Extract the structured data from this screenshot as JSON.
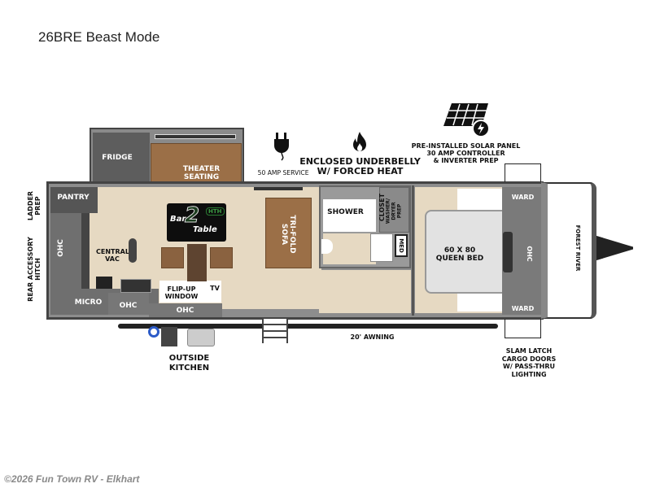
{
  "title": "26BRE Beast Mode",
  "footer": "©2026 Fun Town RV - Elkhart",
  "features": {
    "power": "50 AMP SERVICE",
    "underbelly": [
      "ENCLOSED UNDERBELLY",
      "W/ FORCED HEAT"
    ],
    "solar": [
      "PRE-INSTALLED SOLAR PANEL",
      "30 AMP CONTROLLER",
      "& INVERTER PREP"
    ],
    "cargo": [
      "SLAM LATCH",
      "CARGO DOORS",
      "W/ PASS-THRU",
      "LIGHTING"
    ],
    "awning": "20' AWNING",
    "outside_kitchen": [
      "OUTSIDE",
      "KITCHEN"
    ],
    "ladder": [
      "LADDER",
      "PREP"
    ],
    "hitch": [
      "REAR ACCESSORY",
      "HITCH"
    ]
  },
  "rooms": {
    "fridge": "FRIDGE",
    "theater": [
      "THEATER",
      "SEATING"
    ],
    "pantry": "PANTRY",
    "ohc": "OHC",
    "central_vac": [
      "CENTRAL",
      "VAC"
    ],
    "bar_table": {
      "bar": "Bar",
      "two": "2",
      "table": "Table",
      "brand": "HTH"
    },
    "sofa": [
      "TRI-FOLD",
      "SOFA"
    ],
    "micro": "MICRO",
    "flip_window": [
      "FLIP-UP",
      "WINDOW"
    ],
    "tv": "TV",
    "shower": "SHOWER",
    "closet": "CLOSET",
    "washer": [
      "WASHER/",
      "DRYER",
      "PREP"
    ],
    "med": "MED",
    "bed": [
      "60 X 80",
      "QUEEN BED"
    ],
    "ward": "WARD",
    "brand": "FOREST RIVER"
  },
  "icons": [
    "plug-icon",
    "flame-icon",
    "solar-panel-icon",
    "footprint-icon"
  ]
}
